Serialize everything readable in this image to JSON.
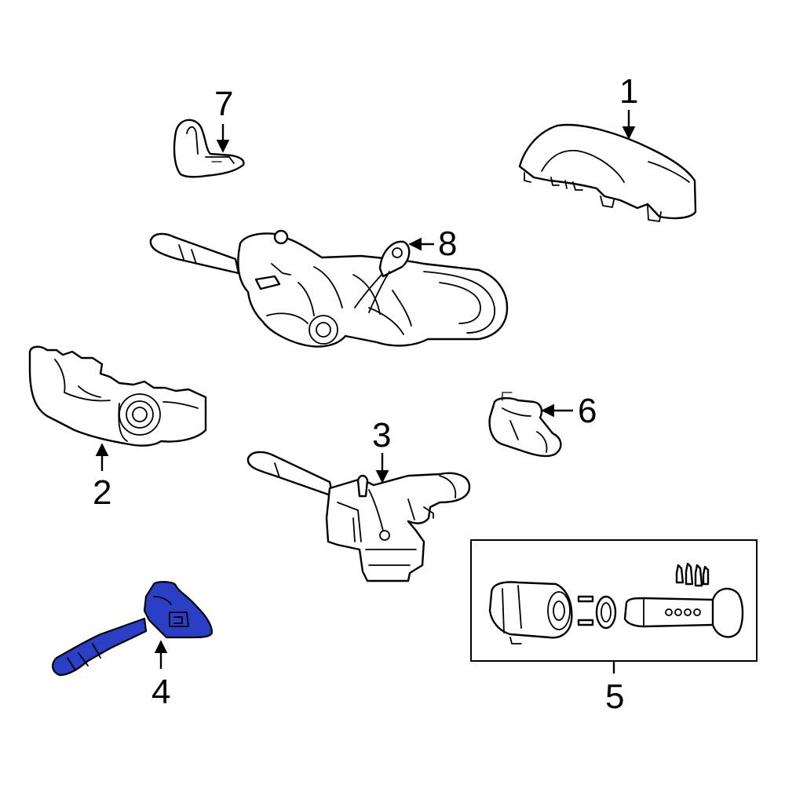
{
  "callouts": [
    {
      "id": "1",
      "label": "1"
    },
    {
      "id": "2",
      "label": "2"
    },
    {
      "id": "3",
      "label": "3"
    },
    {
      "id": "4",
      "label": "4"
    },
    {
      "id": "5",
      "label": "5"
    },
    {
      "id": "6",
      "label": "6"
    },
    {
      "id": "7",
      "label": "7"
    },
    {
      "id": "8",
      "label": "8"
    }
  ],
  "colors": {
    "highlight_part": "#2b3fc6",
    "line": "#000000",
    "background": "#ffffff"
  },
  "highlighted_callout": "4"
}
